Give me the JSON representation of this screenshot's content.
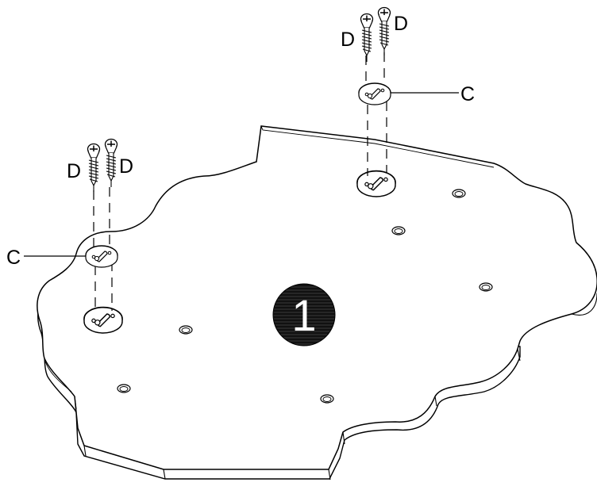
{
  "diagram": {
    "labels": {
      "c_left": "C",
      "c_right": "C",
      "d_left_1": "D",
      "d_left_2": "D",
      "d_right_1": "D",
      "d_right_2": "D"
    },
    "step_number": "1",
    "colors": {
      "stroke": "#000000",
      "background": "#ffffff",
      "badge": "#111111"
    }
  }
}
